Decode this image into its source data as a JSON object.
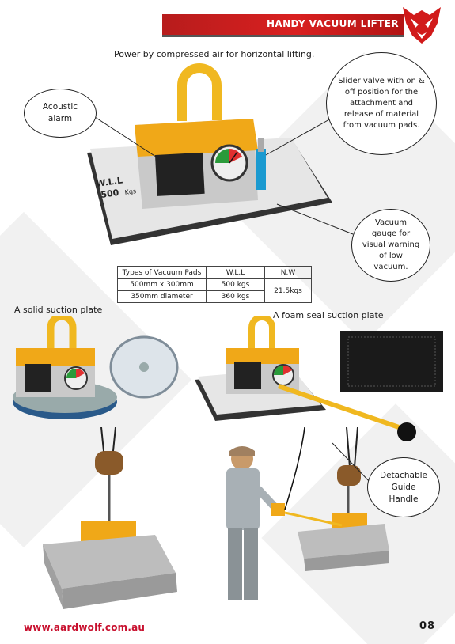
{
  "header": {
    "title": "HANDY VACUUM LIFTER"
  },
  "caption": {
    "main": "Power by compressed air for horizontal lifting."
  },
  "callouts": {
    "acoustic_alarm": "Acoustic alarm",
    "slider_valve": "Slider valve with on & off position for the attachment and release of material from vacuum pads.",
    "vacuum_gauge": "Vacuum gauge for visual warning of low vacuum.",
    "guide_handle": "Detachable Guide Handle"
  },
  "product": {
    "wll_label": "W.L.L",
    "wll_value": "500",
    "wll_unit": "Kgs"
  },
  "table": {
    "headers": [
      "Types of Vacuum Pads",
      "W.L.L",
      "N.W"
    ],
    "rows": [
      {
        "type": "500mm x 300mm",
        "wll": "500 kgs"
      },
      {
        "type": "350mm diameter",
        "wll": "360 kgs"
      }
    ],
    "nw": "21.5kgs"
  },
  "labels": {
    "solid_plate": "A solid  suction plate",
    "foam_plate": "A foam seal suction plate"
  },
  "footer": {
    "url": "www.aardwolf.com.au",
    "page": "08"
  },
  "colors": {
    "brand_red": "#c8102e",
    "body_yellow": "#f0a818"
  }
}
